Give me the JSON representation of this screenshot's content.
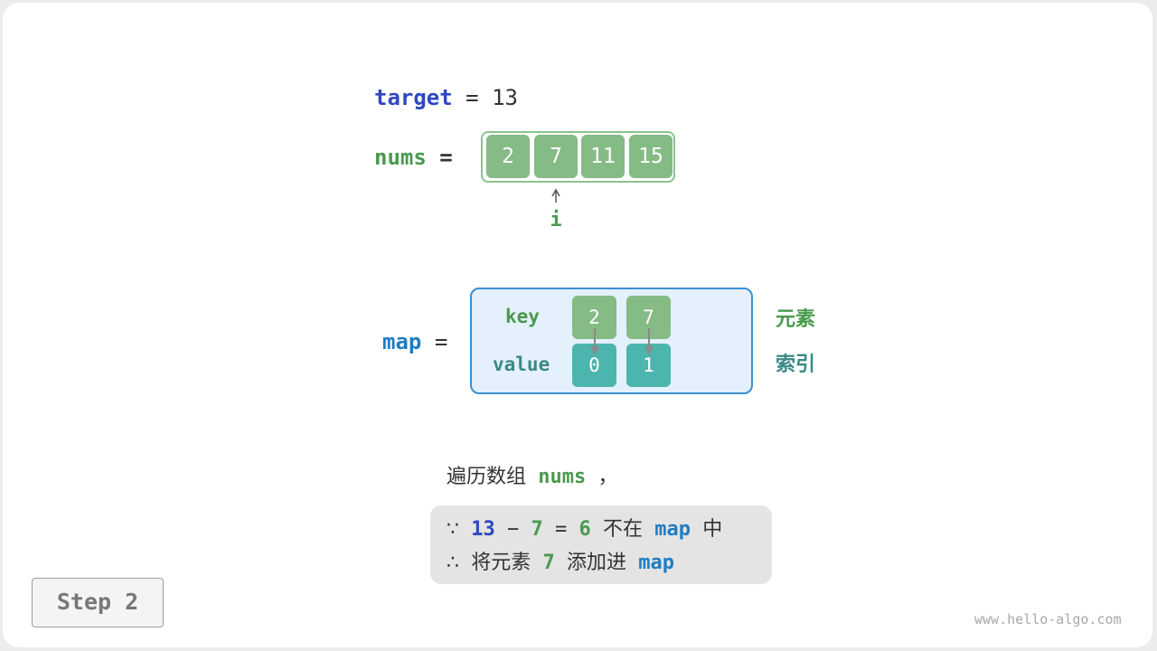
{
  "target": {
    "name": "target",
    "op": "=",
    "value": "13"
  },
  "nums": {
    "name": "nums",
    "op": "=",
    "values": [
      "2",
      "7",
      "11",
      "15"
    ],
    "pointer": "i"
  },
  "map": {
    "name": "map",
    "op": "=",
    "key_label": "key",
    "value_label": "value",
    "keys": [
      "2",
      "7"
    ],
    "values": [
      "0",
      "1"
    ],
    "key_desc": "元素",
    "value_desc": "索引"
  },
  "explanation": {
    "line1": {
      "text": "遍历数组",
      "var": "nums",
      "comma": "，"
    },
    "line2": {
      "because": "∵",
      "a": "13",
      "minus": "−",
      "b": "7",
      "eq": "=",
      "result": "6",
      "not_in": "不在",
      "map": "map",
      "in": "中"
    },
    "line3": {
      "therefore": "∴",
      "action": "将元素",
      "elem": "7",
      "add": "添加进",
      "map": "map"
    }
  },
  "step": "Step 2",
  "watermark": "www.hello-algo.com",
  "colors": {
    "green_cell": "#85bb85",
    "teal_cell": "#4cb5ad",
    "map_bg": "#e4f0fb",
    "map_border": "#3b8fd0",
    "target_blue": "#2f47c2",
    "map_blue": "#1f7dc2"
  }
}
